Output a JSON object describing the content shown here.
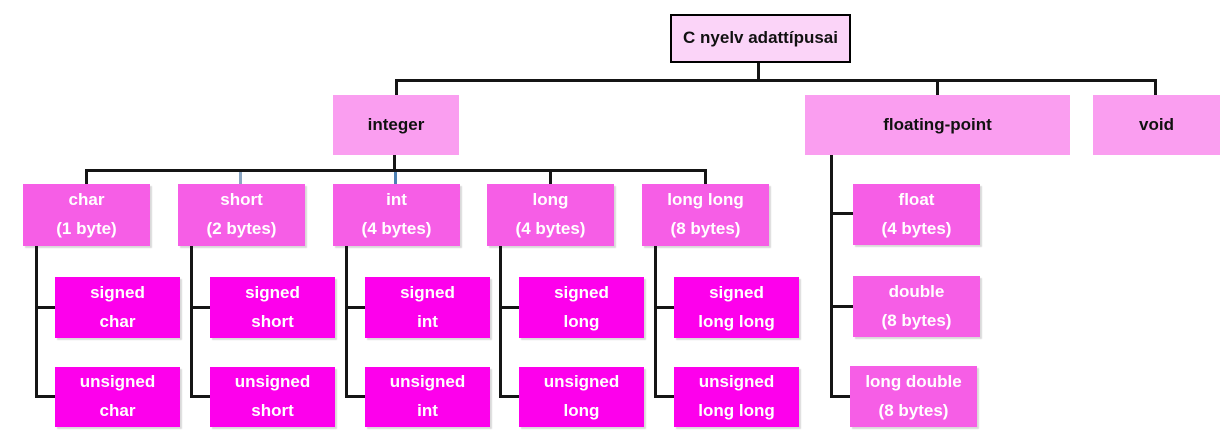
{
  "palette": {
    "background": "#ffffff",
    "level1_fill": "#fbd4f8",
    "level1_border": "#000000",
    "level2_fill": "#fa9ef0",
    "level3_fill": "#f65ee6",
    "level4_fill": "#fd00ec",
    "text_dark": "#111111",
    "text_light": "#ffffff",
    "line_color": "#151515",
    "blue_tick": "#4c80b3",
    "blue_tick_light": "#8aa5c2"
  },
  "root": {
    "label": "C nyelv adattípusai"
  },
  "branches": [
    {
      "label": "integer"
    },
    {
      "label": "floating-point"
    },
    {
      "label": "void"
    }
  ],
  "integer_types": [
    {
      "name": "char",
      "size": "(1 byte)",
      "signed_line1": "signed",
      "signed_line2": "char",
      "unsigned_line1": "unsigned",
      "unsigned_line2": "char"
    },
    {
      "name": "short",
      "size": "(2 bytes)",
      "signed_line1": "signed",
      "signed_line2": "short",
      "unsigned_line1": "unsigned",
      "unsigned_line2": "short"
    },
    {
      "name": "int",
      "size": "(4 bytes)",
      "signed_line1": "signed",
      "signed_line2": "int",
      "unsigned_line1": "unsigned",
      "unsigned_line2": "int"
    },
    {
      "name": "long",
      "size": "(4 bytes)",
      "signed_line1": "signed",
      "signed_line2": "long",
      "unsigned_line1": "unsigned",
      "unsigned_line2": "long"
    },
    {
      "name": "long long",
      "size": "(8 bytes)",
      "signed_line1": "signed",
      "signed_line2": "long long",
      "unsigned_line1": "unsigned",
      "unsigned_line2": "long long"
    }
  ],
  "floating_types": [
    {
      "name": "float",
      "size": "(4 bytes)"
    },
    {
      "name": "double",
      "size": "(8 bytes)"
    },
    {
      "name": "long double",
      "size": "(8 bytes)"
    }
  ]
}
